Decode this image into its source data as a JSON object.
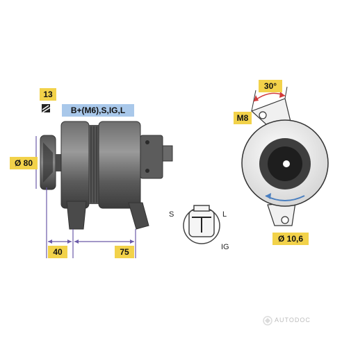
{
  "labels": {
    "bolt_size": "13",
    "terminals": "B+(M6),S,IG,L",
    "pulley_diameter": "Ø 80",
    "dim_front": "40",
    "dim_rear": "75",
    "mount_angle": "30°",
    "thread": "M8",
    "hole_diameter": "Ø 10,6"
  },
  "plug_pins": {
    "s": "S",
    "l": "L",
    "ig": "IG"
  },
  "colors": {
    "label_bg": "#f2d24a",
    "terminal_bg": "#a9c8ea",
    "dimension_line": "#6a5aa8",
    "arrow": "#d23a3a"
  },
  "watermark_text": "AUTODOC"
}
